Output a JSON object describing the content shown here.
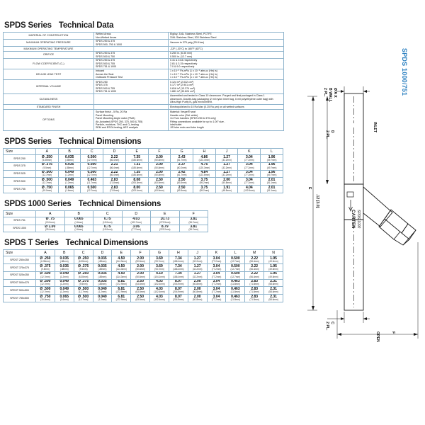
{
  "technical_data": {
    "title_main": "SPDS Series",
    "title_sub": "Technical Data",
    "rows": [
      {
        "label": "MATERIAL OF CONSTRUCTION",
        "mid": [
          "Wetted Areas",
          "Non-Wetted Areas"
        ],
        "val": [
          "Elgiloy, 316L Stainless Steel, PCTFE",
          "316L Stainless Steel, 303 Stainless Steel"
        ]
      },
      {
        "label": "MAXIMUM OPERATING PRESSURE",
        "mid": [
          "SPDS 250 & 375",
          "SPDS 500, 750 & 1000"
        ],
        "val": [
          "Vacuum to 375 psig (25.8 bar)"
        ]
      },
      {
        "label": "MAXIMUM OPERATING TEMPERATURE",
        "mid": [
          ""
        ],
        "val": [
          "-22F (-30°C) to 180°F (82°C)"
        ]
      },
      {
        "label": "ORIFICE",
        "mid": [
          "SPDS 250 & 375",
          "SPDS 500 & 750"
        ],
        "val": [
          "0.250 in. (6.35 mm)",
          "0.500 in. (12.7 mm)"
        ]
      },
      {
        "label": "FLOW COEFFICIENT (Cᵥ)",
        "mid": [
          "SPDS 250 & 375",
          "SPDS 500 & 755",
          "SPDS 751 & 1000"
        ],
        "val": [
          "0.41 & 0.64 respectively",
          "2.81 & 3.15 respectively",
          "7.0 & 9.0 respectively"
        ]
      },
      {
        "label": "HELIUM LEAK TEST",
        "mid": [
          "Inboard",
          "Across the Seat",
          "Outboard Pressure Test"
        ],
        "val": [
          "1 x 10⁻⁹ Pa-m³/s (1 x 10⁻⁹ atm-cc (He) /s)",
          "1 x 10⁻⁹ Pa-m³/s (1 x 10⁻⁹ atm-cc (He) /s)",
          "1 x 10⁻⁹ Pa-m³/s (1 x 10⁻⁹ atm-cc (He) /s)"
        ]
      },
      {
        "label": "INTERNAL VOLUME",
        "mid": [
          "SPDS 250",
          "SPDS 375",
          "SPDS 500 & 755",
          "SPDS 751 & 1000"
        ],
        "val": [
          "0.124 in³ (2.032  cm³)",
          "0.177 in³ (2.901  cm³)",
          "0.816 in³ (13.374  cm³)",
          "1.881 in³ (30.824  cm³)"
        ]
      },
      {
        "label": "CLEANLINESS",
        "mid": [
          ""
        ],
        "val": [
          "Assembled and tested in Class 10 cleanroom. Purged and final packaged in Class 1",
          "cleanroom. Double-bag packaging (2 mil nylon inner bag, 6 mil polyethylene outer bag) with",
          "Ultra-High Purity N₂ gas environment."
        ]
      },
      {
        "label": "STANDARD FINISH",
        "mid": [
          ""
        ],
        "val": [
          "Electropolished to 10 Ra Max (0.25 Ra µm) on all wetted surfaces"
        ]
      },
      {
        "label": "OPTIONS",
        "mid": [
          "Surface finish - 5 Ra, 20 Ra",
          "Panel Mounting",
          "Panel Mounting Angle valve (PMA)",
          "Air-Actuated (SPDS 250, 375, 500 & 755)",
          "Particle, moisture, THC and O₂ testing",
          "SEM and ESCA testing, AES analysis"
        ],
        "val": [
          "Material: Vespel® seat",
          "Handle color (Std. white)",
          "1/4 Turn handles (SPDS 250 & 375 only)",
          "Fitting connections available for up to 1.00”  size -",
          "inlet/outlet",
          "JIS tube ends and tube length"
        ]
      }
    ]
  },
  "spds_dimensions": {
    "title_main": "SPDS Series",
    "title_sub": "Technical Dimensions",
    "columns": [
      "Size",
      "A",
      "B",
      "C",
      "D",
      "E",
      "F",
      "G",
      "H",
      "J",
      "K",
      "L"
    ],
    "rows": [
      {
        "size": "SPDS 250",
        "in": [
          "Ø .250",
          "0.035",
          "0.500",
          "2.22",
          "7.35",
          "2.00",
          "2.43",
          "4.86",
          "1.27",
          "3.04",
          "1.96"
        ],
        "mm": [
          "(6.35mm)",
          "(.88mm)",
          "(12.7mm)",
          "(56.4mm)",
          "(186.6mm)",
          "(50.8mm)",
          "(61.7mm)",
          "(123.4mm)",
          "(32.2mm)",
          "(77.2mm)",
          "(49.7mm)"
        ]
      },
      {
        "size": "SPDS 375",
        "in": [
          "Ø .375",
          "0.035",
          "0.500",
          "2.21",
          "7.31",
          "2.00",
          "2.37",
          "4.75",
          "1.27",
          "3.04",
          "1.96"
        ],
        "mm": [
          "(9.5mm)",
          "(.88mm)",
          "(12.7mm)",
          "(56.4mm)",
          "(185.6mm)",
          "(50.8mm)",
          "(60.2mm)",
          "(120.3mm)",
          "(32.2mm)",
          "(77.2mm)",
          "(49.7mm)"
        ]
      },
      {
        "size": "SPDS 525",
        "in": [
          "Ø .500",
          "0.049",
          "0.500",
          "2.22",
          "7.35",
          "2.00",
          "2.42",
          "4.84",
          "1.27",
          "3.04",
          "1.96"
        ],
        "mm": [
          "(12.7mm)",
          "(1.2mm)",
          "(12.7mm)",
          "(56.4mm)",
          "(186.6mm)",
          "(50.8mm)",
          "(61.7mm)",
          "(123.6mm)",
          "(32.2mm)",
          "(77.2mm)",
          "(49.7mm)"
        ]
      },
      {
        "size": "SPDS 500",
        "in": [
          "Ø .500",
          "0.049",
          "0.463",
          "2.83",
          "8.08",
          "2.50",
          "2.50",
          "3.75",
          "2.00",
          "3.04",
          "2.01"
        ],
        "mm": [
          "(12.7mm)",
          "(1.2mm)",
          "(11.7mm)",
          "(71.8mm)",
          "(205.3mm)",
          "(63.5mm)",
          "(63.5mm)",
          "(95.2mm)",
          "(50.8mm)",
          "(77.2mm)",
          "(51.1mm)"
        ]
      },
      {
        "size": "SPDS 755",
        "in": [
          "Ø .750",
          "0.065",
          "0.500",
          "2.83",
          "8.00",
          "2.50",
          "2.50",
          "3.75",
          "1.91",
          "4.04",
          "2.01"
        ],
        "mm": [
          "(19.0mm)",
          "(1.6mm)",
          "(12.7mm)",
          "(71.8mm)",
          "(203.1mm)",
          "(63.5mm)",
          "(63.5mm)",
          "(95.2mm)",
          "(48.5mm)",
          "(102.6mm)",
          "(51.1mm)"
        ]
      }
    ]
  },
  "spds1000_dimensions": {
    "title_main": "SPDS 1000 Series",
    "title_sub": "Technical Dimensions",
    "columns": [
      "Size",
      "A",
      "B",
      "C",
      "D",
      "E",
      "F"
    ],
    "rows": [
      {
        "size": "SPDS 751",
        "in": [
          "Ø .75",
          "0.065",
          "0.75",
          "4.03",
          "10.73",
          "3.81"
        ],
        "mm": [
          "(19.0mm)",
          "(1.6mm)",
          "(19.0mm)",
          "(102.7mm)",
          "(272.5mm)",
          "(96.7mm)"
        ]
      },
      {
        "size": "SPDS 1000",
        "in": [
          "Ø 1.00",
          "0.065",
          "0.75",
          "3.06",
          "8.79",
          "3.81"
        ],
        "mm": [
          "(25.4mm)",
          "(1.6mm)",
          "(19.0mm)",
          "(77.7mm)",
          "(223.2mm)",
          "(96.7mm)"
        ]
      }
    ]
  },
  "spdst_dimensions": {
    "title_main": "SPDS T Series",
    "title_sub": "Technical Dimensions",
    "columns": [
      "Size",
      "A",
      "B",
      "C",
      "D",
      "E",
      "F",
      "G",
      "H",
      "J",
      "K",
      "L",
      "M",
      "N"
    ],
    "rows": [
      {
        "size": "SPDST 250x250",
        "in": [
          "Ø .250",
          "0.035",
          "Ø .250",
          "0.035",
          "4.50",
          "2.00",
          "3.69",
          "7.34",
          "1.27",
          "3.04",
          "0.500",
          "2.22",
          "1.95"
        ],
        "mm": [
          "(6.35mm)",
          "(.88mm)",
          "(6.35mm)",
          "(.88mm)",
          "(114.3mm)",
          "(50.8mm)",
          "(93.7mm)",
          "(186.4mm)",
          "(32.2mm)",
          "(77.2mm)",
          "(12.7mm)",
          "(56.4mm)",
          "(49.3mm)"
        ]
      },
      {
        "size": "SPDST 375x375",
        "in": [
          "Ø .375",
          "0.035",
          "Ø .375",
          "0.035",
          "4.50",
          "2.00",
          "3.69",
          "7.34",
          "1.27",
          "3.04",
          "0.500",
          "2.22",
          "1.95"
        ],
        "mm": [
          "(9.5mm)",
          "(.88mm)",
          "(9.5mm)",
          "(.88mm)",
          "(114.3mm)",
          "(50.8mm)",
          "(93.7mm)",
          "(186.4mm)",
          "(32.2mm)",
          "(77.2mm)",
          "(12.7mm)",
          "(56.4mm)",
          "(49.5mm)"
        ]
      },
      {
        "size": "SPDST 525x250",
        "in": [
          "Ø .500",
          "0.049",
          "Ø .250",
          "0.035",
          "4.50",
          "2.00",
          "4.10",
          "7.34",
          "1.27",
          "3.04",
          "0.500",
          "2.22",
          "1.95"
        ],
        "mm": [
          "(12.7mm)",
          "(1.2mm)",
          "(6.35mm)",
          "(.88mm)",
          "(114.3mm)",
          "(50.8mm)",
          "(104.1mm)",
          "(186.4mm)",
          "(32.2mm)",
          "(77.2mm)",
          "(12.7mm)",
          "(56.4mm)",
          "(49.5mm)"
        ]
      },
      {
        "size": "SPDST 500x375",
        "in": [
          "Ø .500",
          "0.049",
          "Ø .375",
          "0.035",
          "6.81",
          "2.50",
          "4.03",
          "8.07",
          "2.00",
          "3.04",
          "0.463",
          "2.83",
          "2.31"
        ],
        "mm": [
          "(12.7mm)",
          "(1.2mm)",
          "(9.5mm)",
          "(.88mm)",
          "(172.9mm)",
          "(63.5mm)",
          "(102.4mm)",
          "(204.9mm)",
          "(50.8mm)",
          "(77.2mm)",
          "(11.8mm)",
          "(71.8mm)",
          "(58.6mm)"
        ]
      },
      {
        "size": "SPDST 500x500",
        "in": [
          "Ø .500",
          "0.049",
          "Ø .500",
          "0.049",
          "6.81",
          "2.50",
          "4.03",
          "8.07",
          "2.00",
          "3.04",
          "0.463",
          "2.83",
          "2.31"
        ],
        "mm": [
          "(12.7mm)",
          "(1.2mm)",
          "(12.7mm)",
          "(1.2mm)",
          "(172.9mm)",
          "(63.5mm)",
          "(102.4mm)",
          "(204.9mm)",
          "(50.8mm)",
          "(77.2mm)",
          "(11.8mm)",
          "(71.8mm)",
          "(58.6mm)"
        ]
      },
      {
        "size": "SPDST 755x500",
        "in": [
          "Ø .750",
          "0.065",
          "Ø .500",
          "0.049",
          "6.81",
          "2.50",
          "4.03",
          "8.07",
          "2.00",
          "3.04",
          "0.463",
          "2.83",
          "2.31"
        ],
        "mm": [
          "(19.0mm)",
          "(1.6mm)",
          "(12.7mm)",
          "(1.2mm)",
          "(172.9mm)",
          "(63.5mm)",
          "(102.4mm)",
          "(204.9mm)",
          "(50.8mm)",
          "(77.2mm)",
          "(11.8mm)",
          "(71.8mm)",
          "(58.6mm)"
        ]
      }
    ]
  },
  "drawing": {
    "model_label": "SPDS 1000/751",
    "body_brand": "CARTEN",
    "body_model": "SPDS 1000",
    "callouts": {
      "dia_a": "Ø A X",
      "b_wall": "B WALL",
      "two_pl_top": "2 PL.",
      "d_dim": "D",
      "d_two_pl": "2 PL.",
      "inlet": "INLET",
      "e_dim": "E",
      "g_dim": ".12 [3.0]",
      "c_dim": "C",
      "c_two_pl": "2 PL.",
      "open_label": "OPEN",
      "f_dim": "F",
      "two_pl_bottom": "2 PL."
    }
  },
  "colors": {
    "table_border": "#8fb4cc",
    "accent_blue": "#2a7fc0",
    "text": "#111111",
    "drawing_line": "#1a1a1a"
  }
}
